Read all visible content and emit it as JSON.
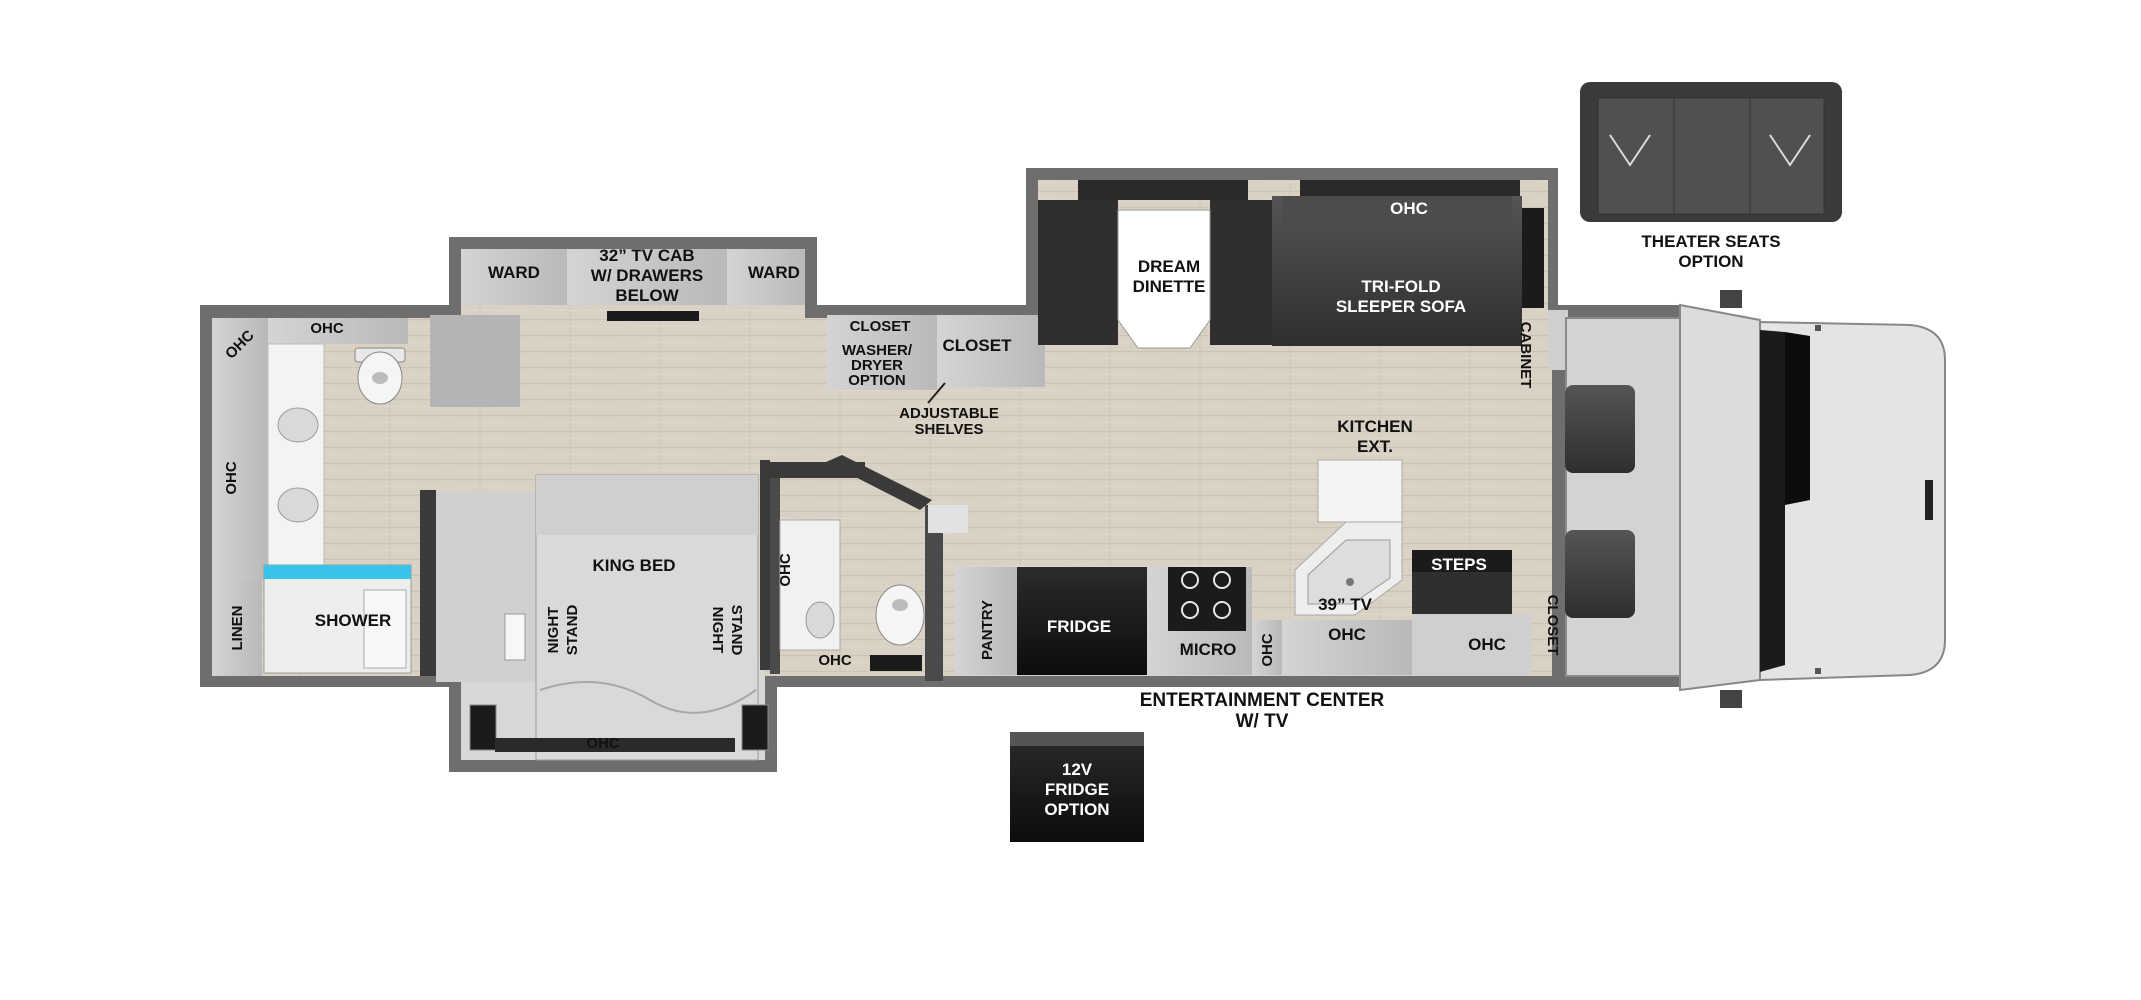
{
  "floorplan": {
    "labels": {
      "ward_left": "WARD",
      "tv_cab_1": "32” TV CAB",
      "tv_cab_2": "W/ DRAWERS",
      "tv_cab_3": "BELOW",
      "ward_right": "WARD",
      "ohc_top_corner": "OHC",
      "ohc_bath_top": "OHC",
      "ohc_bath_side": "OHC",
      "linen": "LINEN",
      "shower": "SHOWER",
      "king_bed": "KING BED",
      "nightstand_left_1": "NIGHT",
      "nightstand_left_2": "STAND",
      "nightstand_right_1": "NIGHT",
      "nightstand_right_2": "STAND",
      "ohc_bed_foot": "OHC",
      "ohc_half_bath_side": "OHC",
      "ohc_half_bath_bottom": "OHC",
      "closet_upper": "CLOSET",
      "washer_1": "WASHER/",
      "washer_2": "DRYER",
      "washer_3": "OPTION",
      "closet_right": "CLOSET",
      "adj_shelves_1": "ADJUSTABLE",
      "adj_shelves_2": "SHELVES",
      "dream_dinette_1": "DREAM",
      "dream_dinette_2": "DINETTE",
      "ohc_sofa": "OHC",
      "sofa_1": "TRI-FOLD",
      "sofa_2": "SLEEPER SOFA",
      "cabinet": "CABINET",
      "kitchen_ext_1": "KITCHEN",
      "kitchen_ext_2": "EXT.",
      "steps": "STEPS",
      "pantry": "PANTRY",
      "fridge": "FRIDGE",
      "micro": "MICRO",
      "ohc_vertical": "OHC",
      "tv_39": "39” TV",
      "ohc_ent": "OHC",
      "ohc_front": "OHC",
      "closet_front": "CLOSET",
      "ent_center_1": "ENTERTAINMENT CENTER",
      "ent_center_2": "W/ TV",
      "fridge12_1": "12V",
      "fridge12_2": "FRIDGE",
      "fridge12_3": "OPTION",
      "theater_1": "THEATER SEATS",
      "theater_2": "OPTION"
    },
    "colors": {
      "wall": "#6e6e6e",
      "floor": "#d8d1c4",
      "cabinet": "#c9c9c9",
      "dark": "#1b1b1b",
      "upholstery": "#3d3d3d",
      "water": "#39c3e8",
      "cab_exterior": "#dcdcdc"
    }
  }
}
